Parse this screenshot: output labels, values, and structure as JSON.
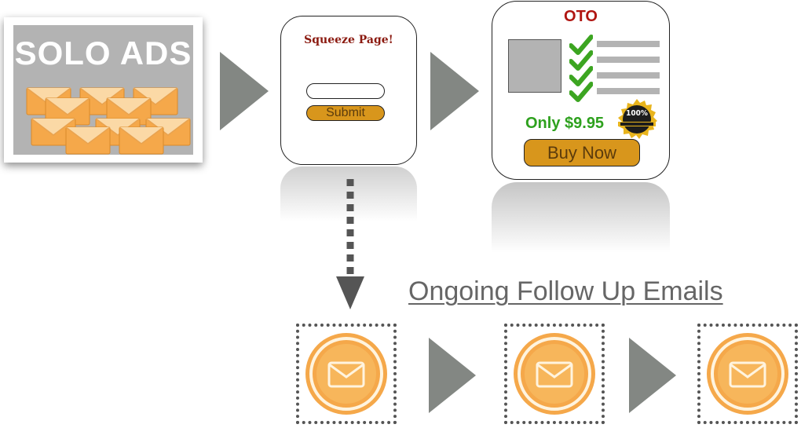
{
  "solo_ads": {
    "title": "SOLO ADS",
    "icon": "envelope-icon"
  },
  "squeeze_page": {
    "title": "Squeeze Page!",
    "email_value": "",
    "submit_label": "Submit"
  },
  "oto": {
    "title": "OTO",
    "price": "Only $9.95",
    "buy_label": "Buy Now",
    "badge_text": "100%",
    "badge_icon": "guarantee-seal-icon",
    "check_icon": "checkmark-icon"
  },
  "follow_up": {
    "title": "Ongoing Follow Up Emails",
    "icon": "envelope-icon"
  },
  "colors": {
    "arrow": "#838783",
    "gold_button": "#d8961c",
    "squeeze_title": "#8b1a10",
    "oto_title": "#b01511",
    "price": "#2ea11e",
    "envelope": "#f5a84a",
    "follow_up_title": "#666666"
  }
}
